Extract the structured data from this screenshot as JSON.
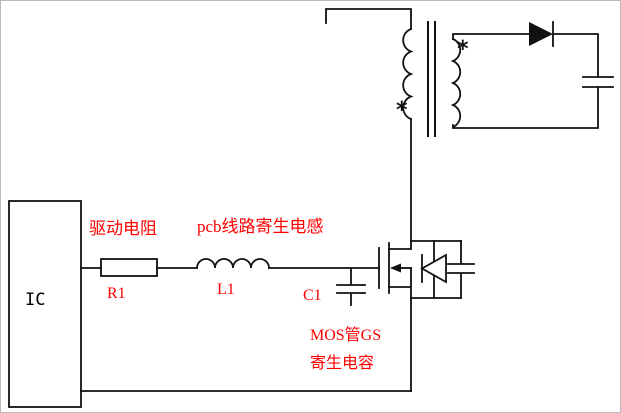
{
  "diagram": {
    "colors": {
      "wire": "#111111",
      "label": "#ff0000",
      "ic_text": "#000000"
    },
    "ic": {
      "label": "IC"
    },
    "drive_resistor": {
      "caption": "驱动电阻",
      "ref": "R1"
    },
    "trace_inductance": {
      "caption": "pcb线路寄生电感",
      "ref": "L1"
    },
    "gs_capacitance": {
      "ref": "C1",
      "caption_line1": "MOS管GS",
      "caption_line2": "寄生电容"
    },
    "transformer": {
      "primary_dot": "*",
      "secondary_dot": "*"
    }
  }
}
